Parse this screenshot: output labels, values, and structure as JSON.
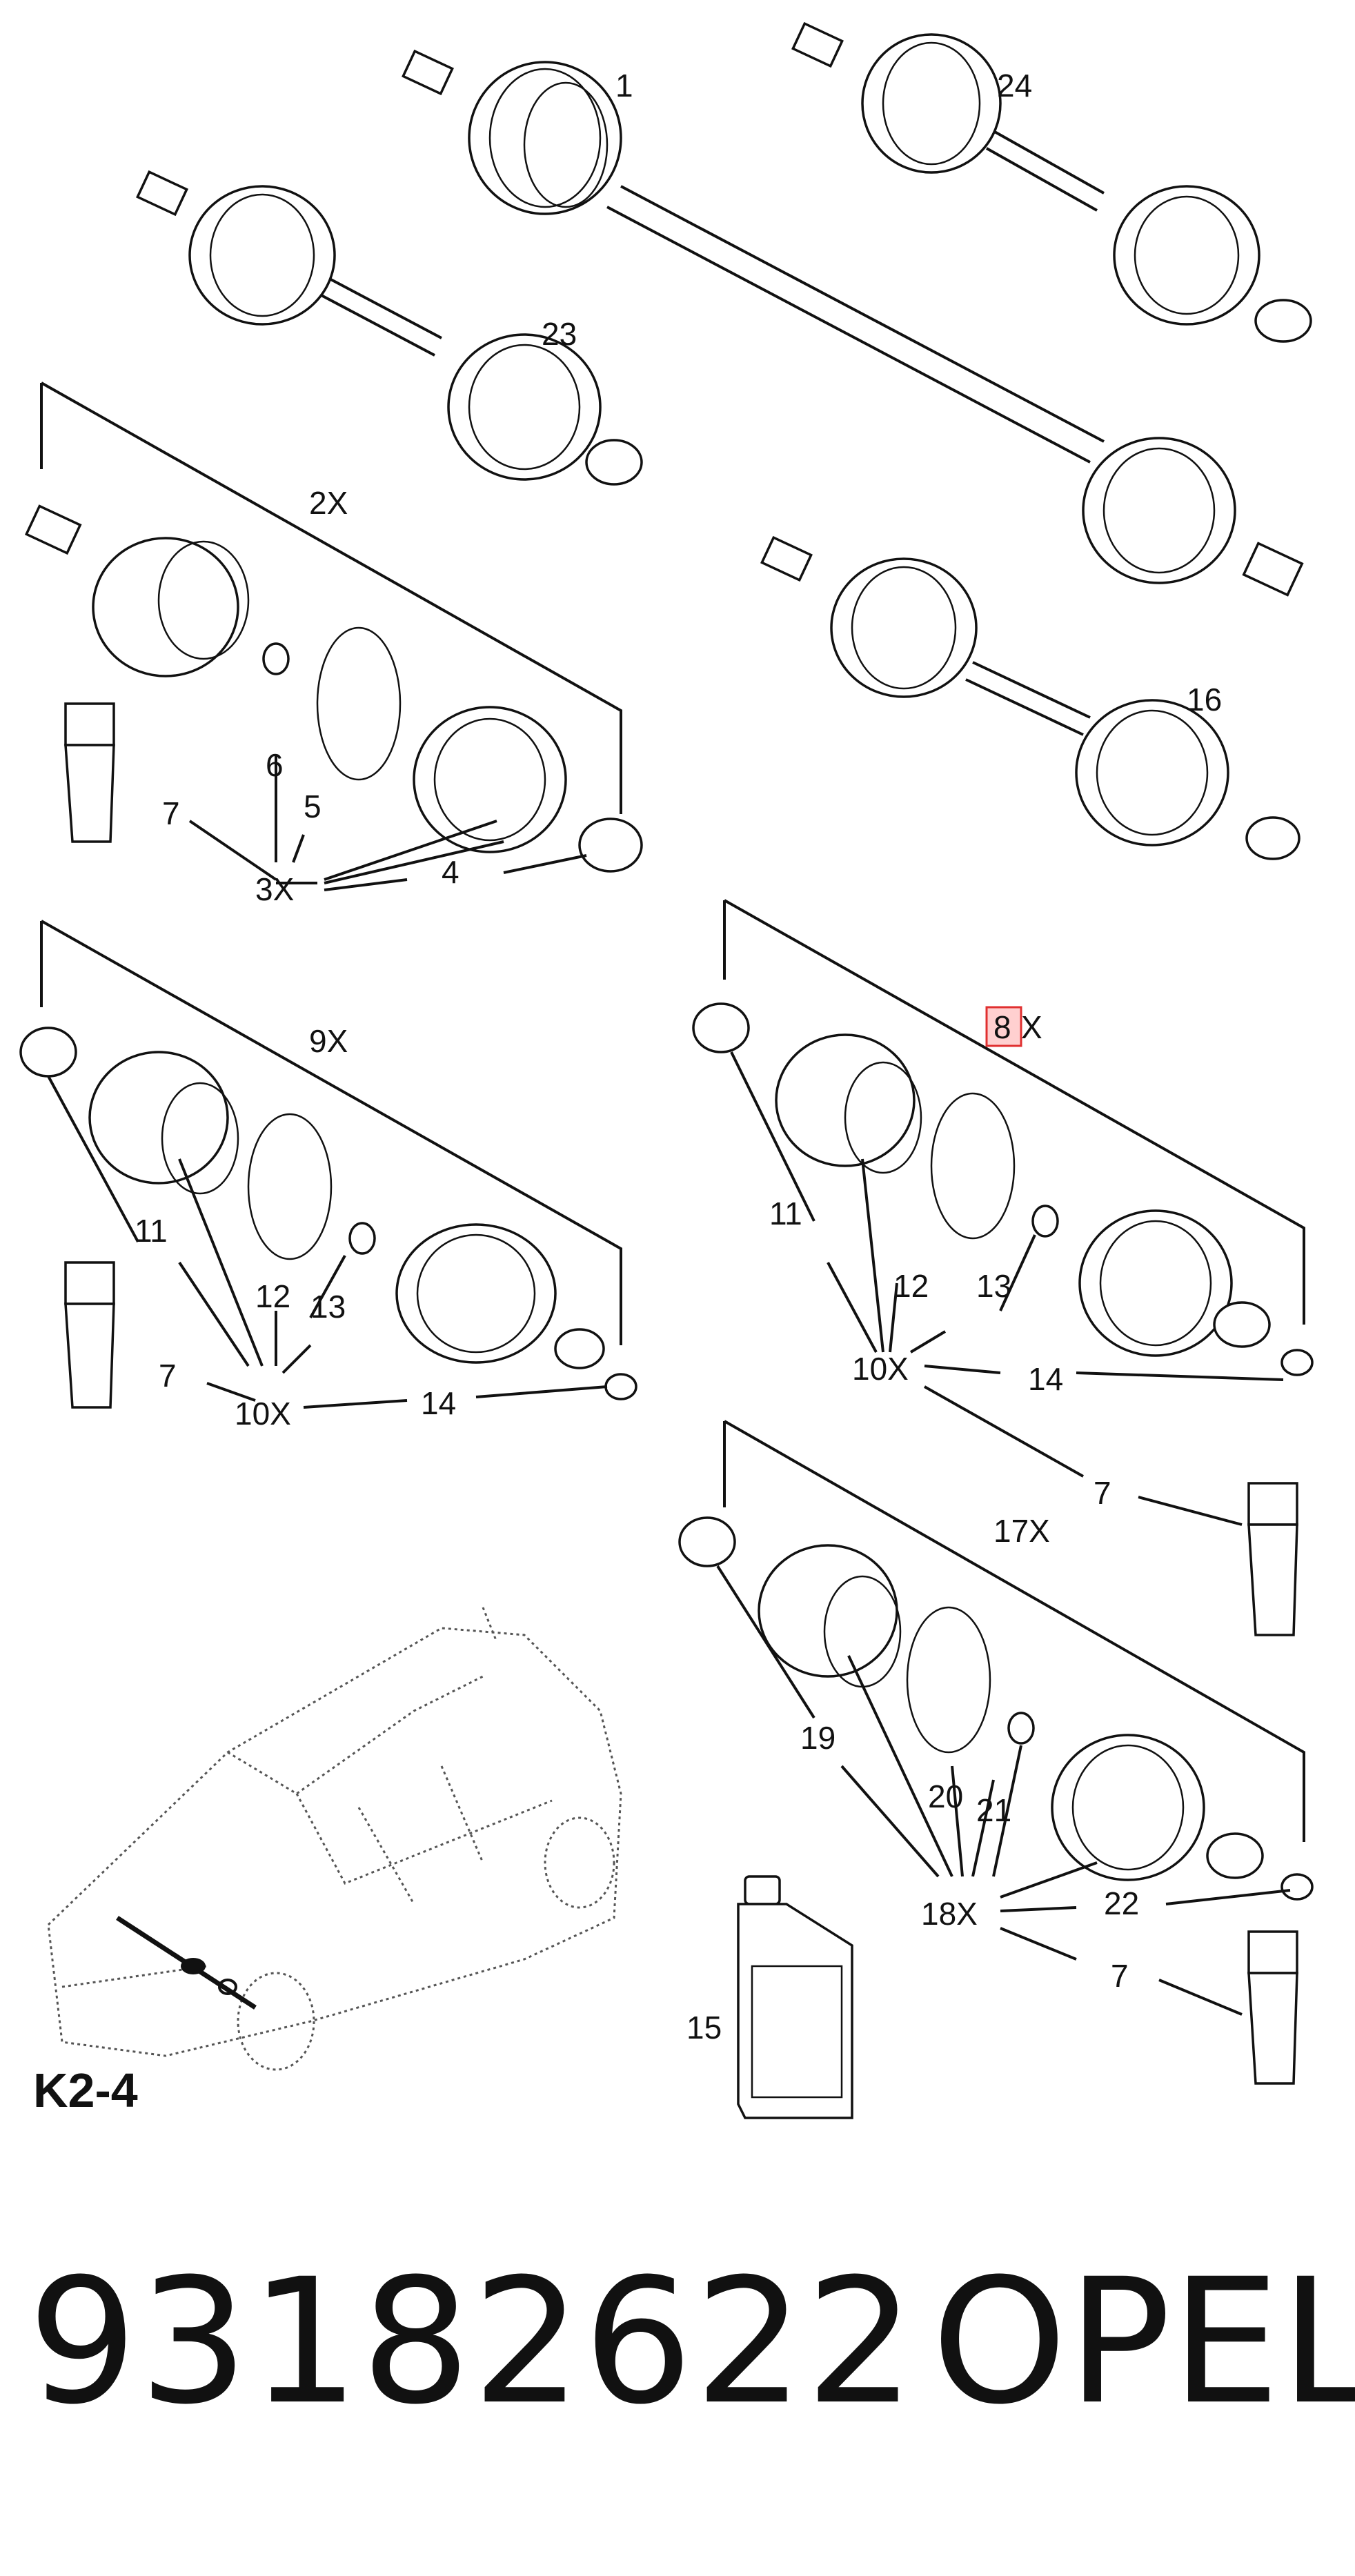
{
  "diagram": {
    "callouts": [
      "1",
      "24",
      "23",
      "2X",
      "6",
      "5",
      "7",
      "3X",
      "4",
      "16",
      "9X",
      "8",
      "X",
      "11",
      "12",
      "13",
      "10X",
      "14",
      "7",
      "17X",
      "19",
      "20",
      "21",
      "18X",
      "22",
      "15"
    ],
    "highlighted_callout": "8"
  },
  "labels": {
    "ref_code": "K2-4",
    "part_number": "93182622",
    "brand": "OPEL"
  }
}
